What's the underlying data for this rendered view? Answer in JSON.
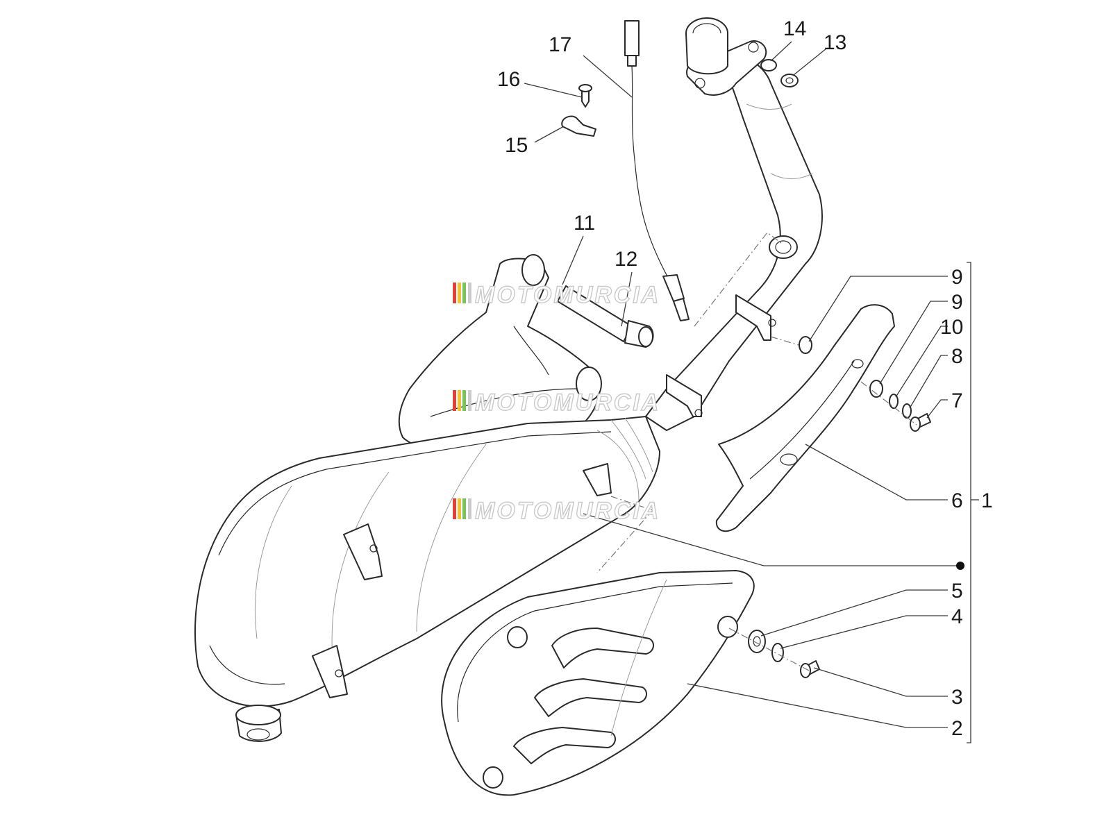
{
  "diagram": {
    "callouts": [
      "1",
      "2",
      "3",
      "4",
      "5",
      "6",
      "7",
      "8",
      "9",
      "9",
      "10",
      "11",
      "12",
      "13",
      "14",
      "15",
      "16",
      "17"
    ]
  },
  "watermark": {
    "text": "MOTOMURCIA",
    "stripe_colors": [
      "#e0403a",
      "#f2c23a",
      "#7ac25a"
    ]
  }
}
